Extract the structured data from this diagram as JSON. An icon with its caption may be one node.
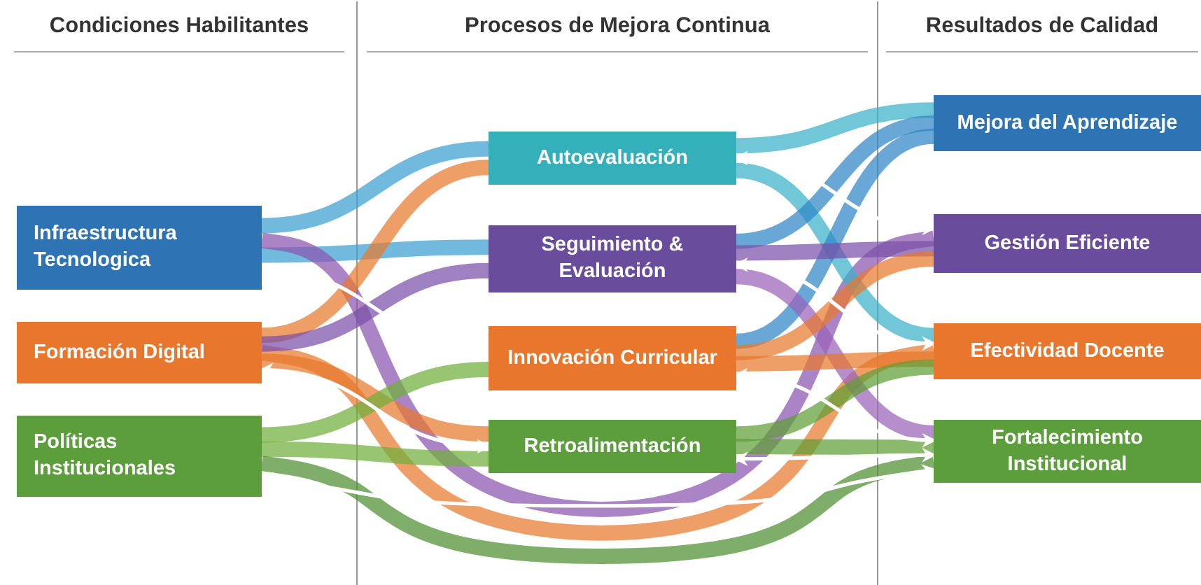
{
  "diagram": {
    "nodes": [
      {
        "text": [
          "Infraestructura Tecnologica"
        ]
      },
      {
        "text": [
          "Formación Digital"
        ]
      },
      {
        "text": [
          "Políticas Institucionales"
        ]
      },
      {
        "text": [
          "Autoevaluación"
        ]
      },
      {
        "text": [
          "Seguimiento & Evaluación"
        ]
      },
      {
        "text": [
          "Innovación Curricular"
        ]
      },
      {
        "text": [
          "Retroalimentación"
        ]
      },
      {
        "text": [
          "Mejora del Aprendizaje"
        ]
      },
      {
        "text": [
          "Gestión Eficiente"
        ]
      },
      {
        "text": [
          "Efectividad Docente"
        ]
      },
      {
        "text": [
          "Fortalecimiento Institucional"
        ]
      }
    ],
    "edges": [
      {
        "from": 0,
        "to": 3,
        "arrow": "none",
        "color": "#3a9fd0"
      },
      {
        "from": 0,
        "to": 4,
        "arrow": "none",
        "color": "#3a9fd0"
      },
      {
        "from": 0,
        "to": 8,
        "arrow": "none",
        "color": "#8b55b0"
      },
      {
        "from": 1,
        "to": 3,
        "arrow": "none",
        "color": "#e8792c"
      },
      {
        "from": 1,
        "to": 6,
        "arrow": "none",
        "color": "#e8792c"
      },
      {
        "from": 1,
        "to": 9,
        "arrow": "none",
        "color": "#e8792c"
      },
      {
        "from": 2,
        "to": 5,
        "arrow": "none",
        "color": "#6fae3c"
      },
      {
        "from": 2,
        "to": 6,
        "arrow": "none",
        "color": "#6fae3c"
      },
      {
        "from": 2,
        "to": 10,
        "arrow": "none",
        "color": "#4c8f30"
      },
      {
        "from": 4,
        "to": 1,
        "arrow": "none",
        "color": "#7a4fa8"
      },
      {
        "from": 3,
        "to": 7,
        "arrow": "none",
        "color": "#3ab0c8"
      },
      {
        "from": 3,
        "to": 9,
        "arrow": "none",
        "color": "#3ab0c8"
      },
      {
        "from": 7,
        "to": 4,
        "arrow": "none",
        "color": "#2f86c6"
      },
      {
        "from": 7,
        "to": 5,
        "arrow": "none",
        "color": "#2f86c6"
      },
      {
        "from": 4,
        "to": 8,
        "arrow": "none",
        "color": "#7a4fa8"
      },
      {
        "from": 4,
        "to": 10,
        "arrow": "none",
        "color": "#9a62b8"
      },
      {
        "from": 5,
        "to": 8,
        "arrow": "none",
        "color": "#e8792c"
      },
      {
        "from": 5,
        "to": 9,
        "arrow": "none",
        "color": "#e8792c"
      },
      {
        "from": 6,
        "to": 9,
        "arrow": "none",
        "color": "#5e9e34"
      },
      {
        "from": 6,
        "to": 10,
        "arrow": "none",
        "color": "#5e9e34"
      },
      {
        "from": 0,
        "to": 5,
        "arrow": "both",
        "color": "#ffffff"
      },
      {
        "from": 1,
        "to": 6,
        "arrow": "both",
        "color": "#ffffff"
      },
      {
        "from": 2,
        "to": 10,
        "arrow": "both",
        "color": "#ffffff"
      },
      {
        "from": 3,
        "to": 8,
        "arrow": "both",
        "color": "#ffffff"
      },
      {
        "from": 4,
        "to": 9,
        "arrow": "both",
        "color": "#ffffff"
      },
      {
        "from": 5,
        "to": 10,
        "arrow": "both",
        "color": "#ffffff"
      },
      {
        "from": 6,
        "to": 10,
        "arrow": "both",
        "color": "#ffffff"
      }
    ],
    "labels": [
      "Condiciones Habilitantes",
      "Procesos de Mejora Continua",
      "Resultados de Calidad"
    ]
  }
}
